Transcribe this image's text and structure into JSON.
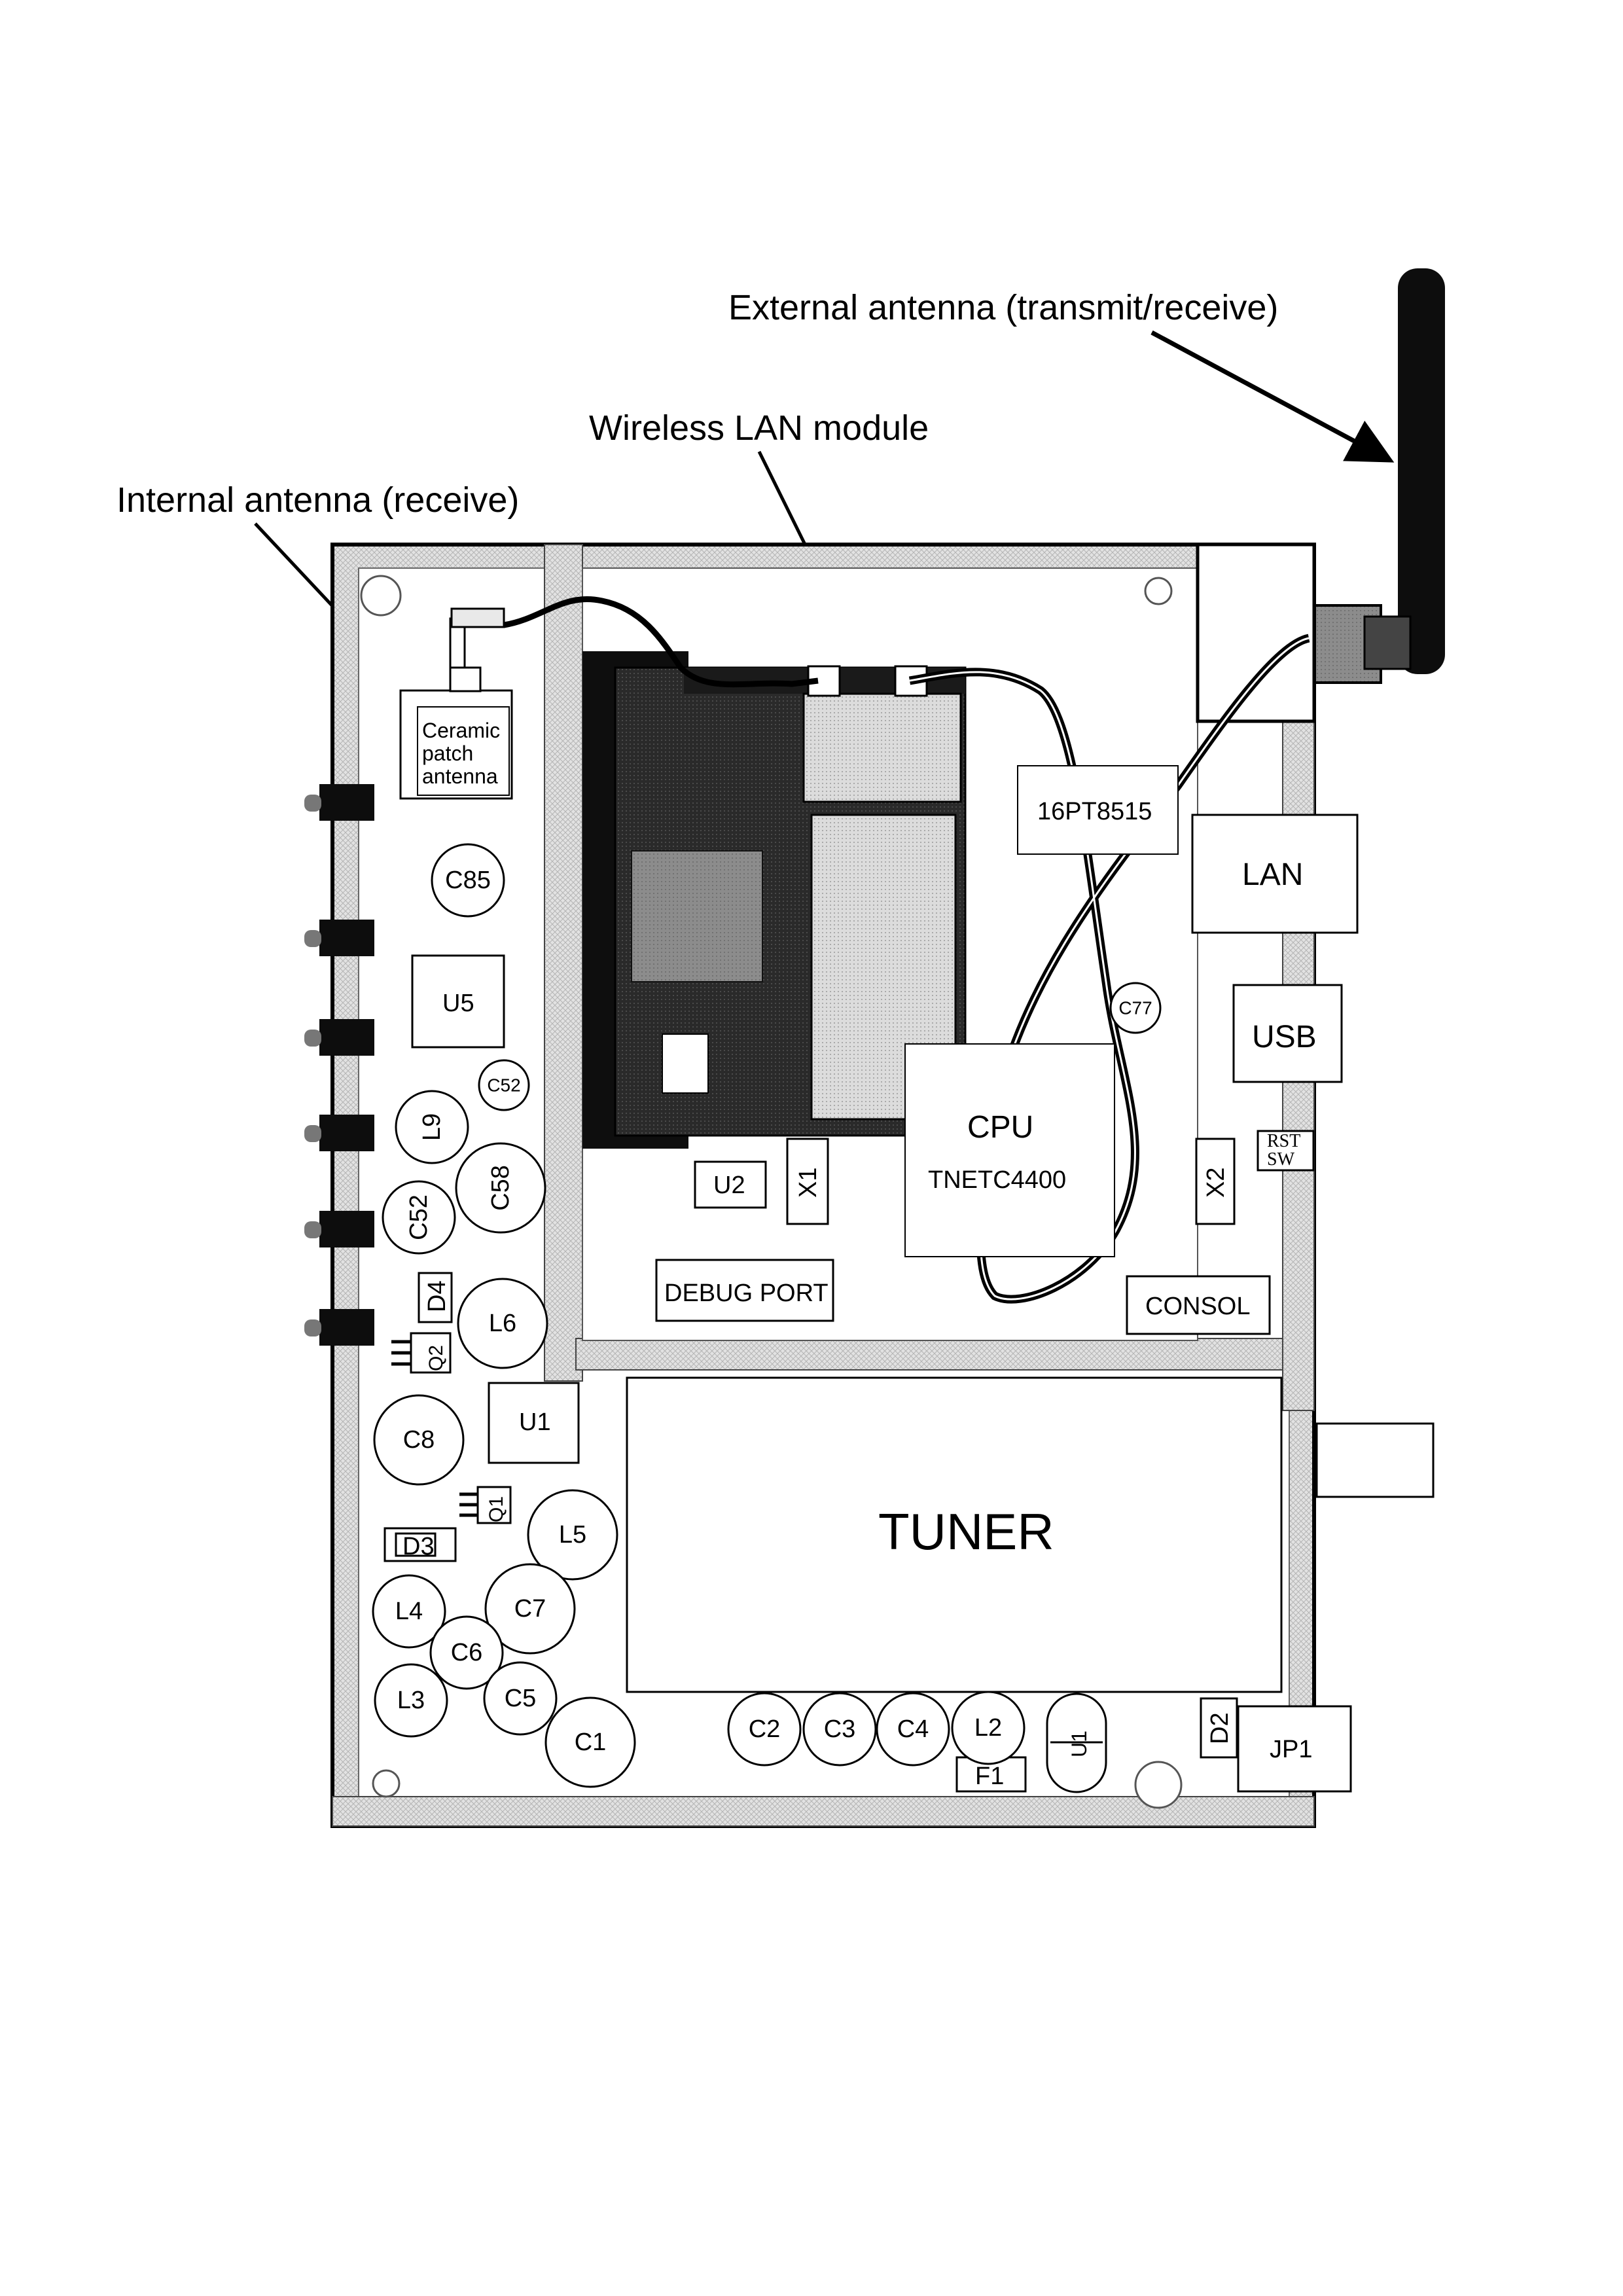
{
  "callouts": {
    "external_antenna": "External antenna (transmit/receive)",
    "wlan_module": "Wireless LAN module",
    "internal_antenna": "Internal antenna (receive)"
  },
  "patch_antenna": {
    "line1": "Ceramic",
    "line2": "patch",
    "line3": "antenna"
  },
  "ports": {
    "lan": "LAN",
    "usb": "USB",
    "rst_line1": "RST",
    "rst_line2": "SW",
    "consol": "CONSOL",
    "debug": "DEBUG PORT",
    "jp1": "JP1"
  },
  "chips": {
    "u5": "U5",
    "u2": "U2",
    "u1": "U1",
    "x1": "X1",
    "x2": "X2",
    "d4": "D4",
    "d3": "D3",
    "d2": "D2",
    "f1": "F1",
    "q1": "Q1",
    "q2": "Q2",
    "ic_16pt": "16PT8515",
    "cpu_title": "CPU",
    "cpu_part": "TNETC4400",
    "u1_small": "U1"
  },
  "tuner": "TUNER",
  "circles": {
    "c85": "C85",
    "c52a": "C52",
    "c52b": "C52",
    "l9": "L9",
    "c58": "C58",
    "l6": "L6",
    "c8": "C8",
    "l5": "L5",
    "l4": "L4",
    "c7": "C7",
    "c6": "C6",
    "l3": "L3",
    "c5": "C5",
    "c1": "C1",
    "c2": "C2",
    "c3": "C3",
    "c4": "C4",
    "l2": "L2",
    "c77": "C77"
  },
  "colors": {
    "board_edge": "#c8c8c8",
    "module_dark": "#262626",
    "module_light": "#dcdcdc",
    "module_gray": "#8a8a8a"
  }
}
